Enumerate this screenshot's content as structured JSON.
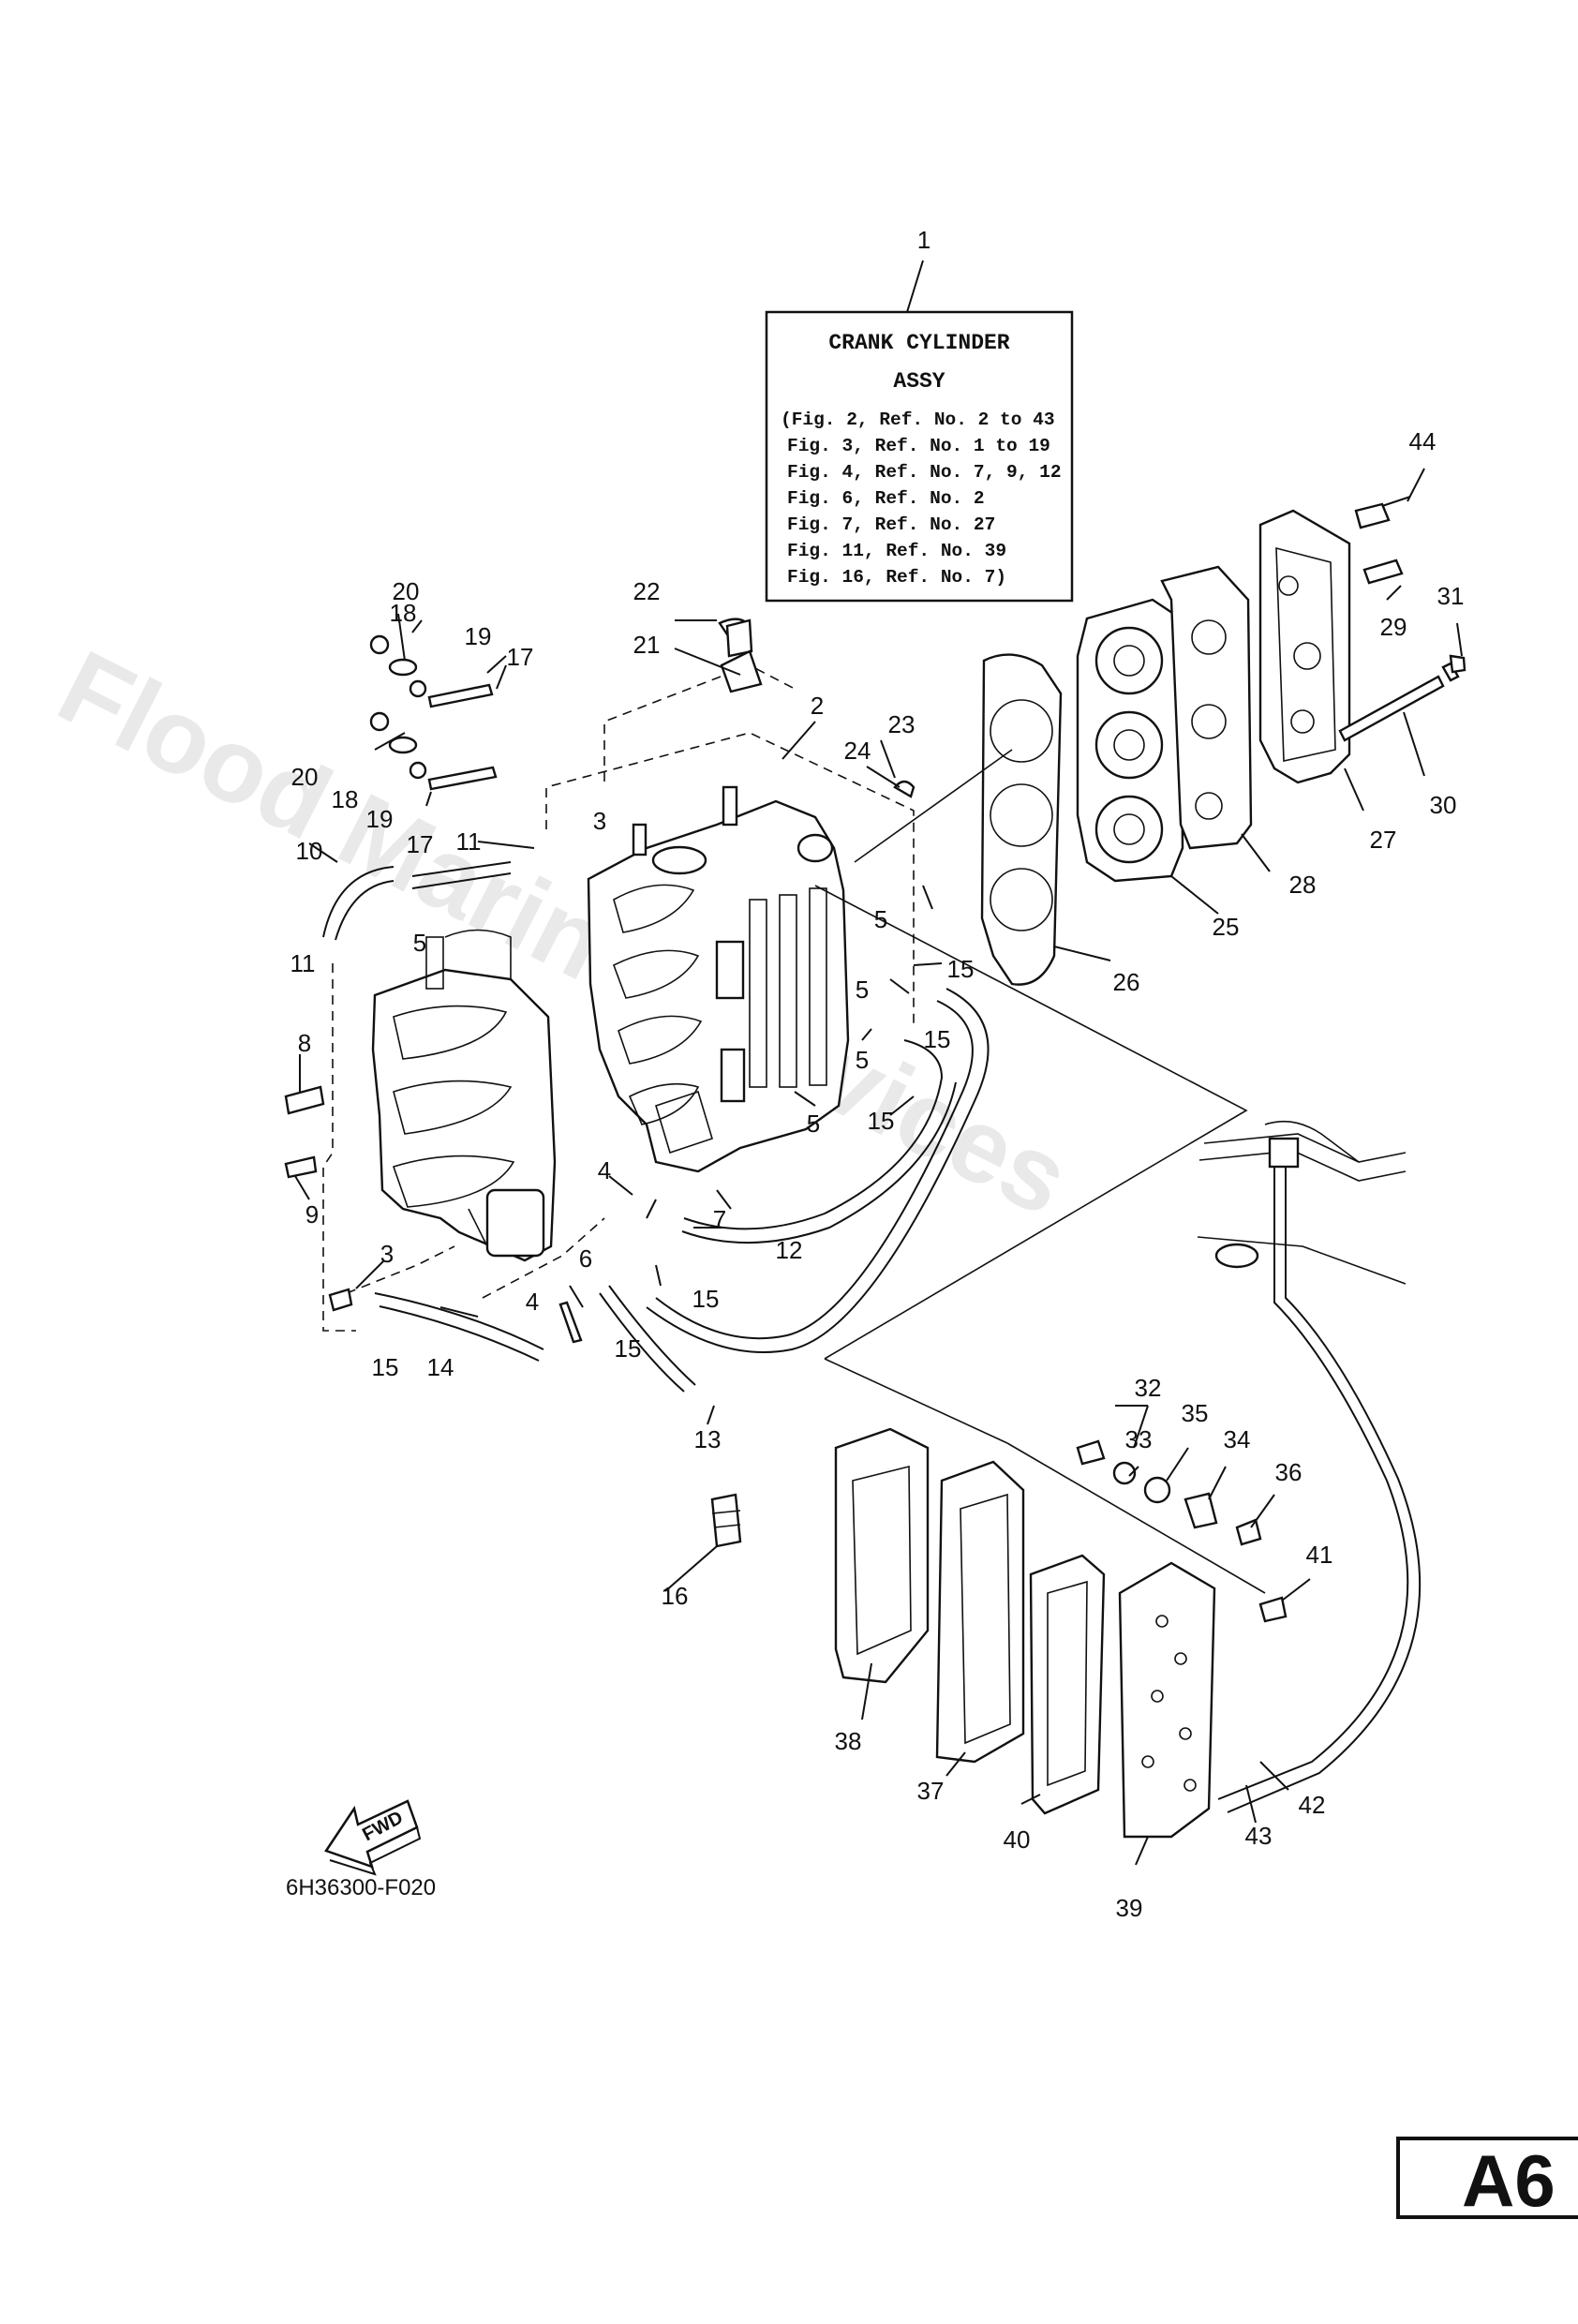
{
  "watermark": "Flood Marine Services",
  "info_box": {
    "title_line1": "CRANK CYLINDER",
    "title_line2": "ASSY",
    "refs": [
      "(Fig. 2, Ref. No. 2 to 43",
      "Fig. 3, Ref. No. 1 to 19",
      "Fig. 4, Ref. No. 7, 9, 12",
      "Fig. 6, Ref. No. 2",
      "Fig. 7, Ref. No. 27",
      "Fig. 11, Ref. No. 39",
      "Fig. 16, Ref. No. 7)"
    ]
  },
  "callouts": {
    "c1": "1",
    "c2": "2",
    "c3a": "3",
    "c3b": "3",
    "c4a": "4",
    "c4b": "4",
    "c5a": "5",
    "c5b": "5",
    "c5c": "5",
    "c5d": "5",
    "c5e": "5",
    "c6": "6",
    "c7": "7",
    "c8": "8",
    "c9": "9",
    "c10": "10",
    "c11a": "11",
    "c11b": "11",
    "c12": "12",
    "c13": "13",
    "c14": "14",
    "c15a": "15",
    "c15b": "15",
    "c15c": "15",
    "c15d": "15",
    "c15e": "15",
    "c15f": "15",
    "c16": "16",
    "c17a": "17",
    "c17b": "17",
    "c18a": "18",
    "c18b": "18",
    "c19a": "19",
    "c19b": "19",
    "c20a": "20",
    "c20b": "20",
    "c21": "21",
    "c22": "22",
    "c23": "23",
    "c24": "24",
    "c25": "25",
    "c26": "26",
    "c27": "27",
    "c28": "28",
    "c29": "29",
    "c30": "30",
    "c31": "31",
    "c32": "32",
    "c33": "33",
    "c34": "34",
    "c35": "35",
    "c36": "36",
    "c37": "37",
    "c38": "38",
    "c39": "39",
    "c40": "40",
    "c41": "41",
    "c42": "42",
    "c43": "43",
    "c44": "44"
  },
  "fwd_label": "FWD",
  "drawing_code": "6H36300-F020",
  "page_badge": "A6"
}
